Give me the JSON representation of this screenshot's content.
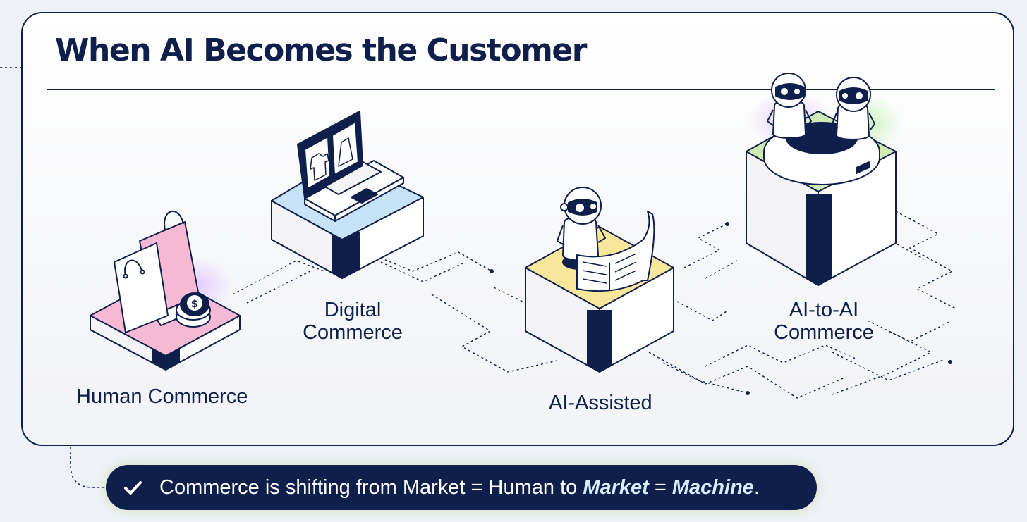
{
  "title": "When AI Becomes the Customer",
  "stages": [
    {
      "id": "human",
      "label": "Human Commerce",
      "accent": "#f6b9d3"
    },
    {
      "id": "digital",
      "label_line1": "Digital",
      "label_line2": "Commerce",
      "accent": "#c7e3f7"
    },
    {
      "id": "assisted",
      "label": "AI-Assisted",
      "accent": "#f8e79a"
    },
    {
      "id": "ai2ai",
      "label_line1": "AI-to-AI",
      "label_line2": "Commerce",
      "accent": "#cfeab3"
    }
  ],
  "banner": {
    "icon": "check-icon",
    "text_before": "Commerce is shifting from Market = Human to ",
    "text_market": "Market",
    "text_equals": " = ",
    "text_machine": "Machine",
    "text_end": "."
  },
  "colors": {
    "navy": "#0f1f4b",
    "background": "#eef2f8"
  }
}
